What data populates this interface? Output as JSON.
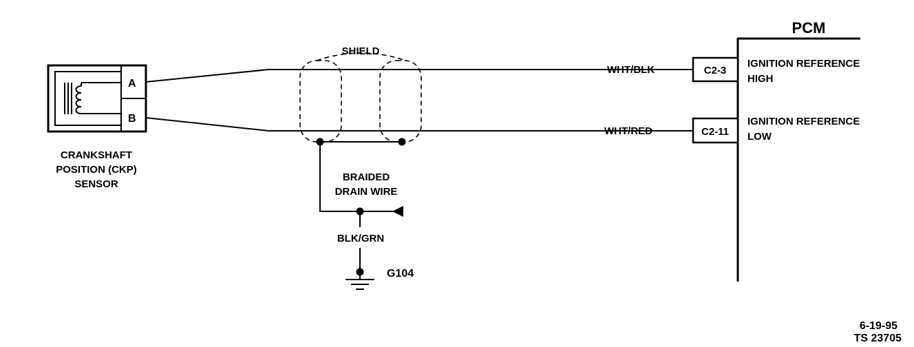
{
  "sensor": {
    "pin_a": "A",
    "pin_b": "B",
    "label_line1": "CRANKSHAFT",
    "label_line2": "POSITION (CKP)",
    "label_line3": "SENSOR"
  },
  "shield": {
    "label": "SHIELD"
  },
  "drain": {
    "label_line1": "BRAIDED",
    "label_line2": "DRAIN WIRE",
    "wire_color": "BLK/GRN",
    "ground": "G104"
  },
  "wires": {
    "upper_color": "WHT/BLK",
    "lower_color": "WHT/RED"
  },
  "pcm": {
    "title": "PCM",
    "connector_upper": "C2-3",
    "connector_lower": "C2-11",
    "upper_label_line1": "IGNITION REFERENCE",
    "upper_label_line2": "HIGH",
    "lower_label_line1": "IGNITION REFERENCE",
    "lower_label_line2": "LOW"
  },
  "footer": {
    "date": "6-19-95",
    "code": "TS 23705"
  }
}
